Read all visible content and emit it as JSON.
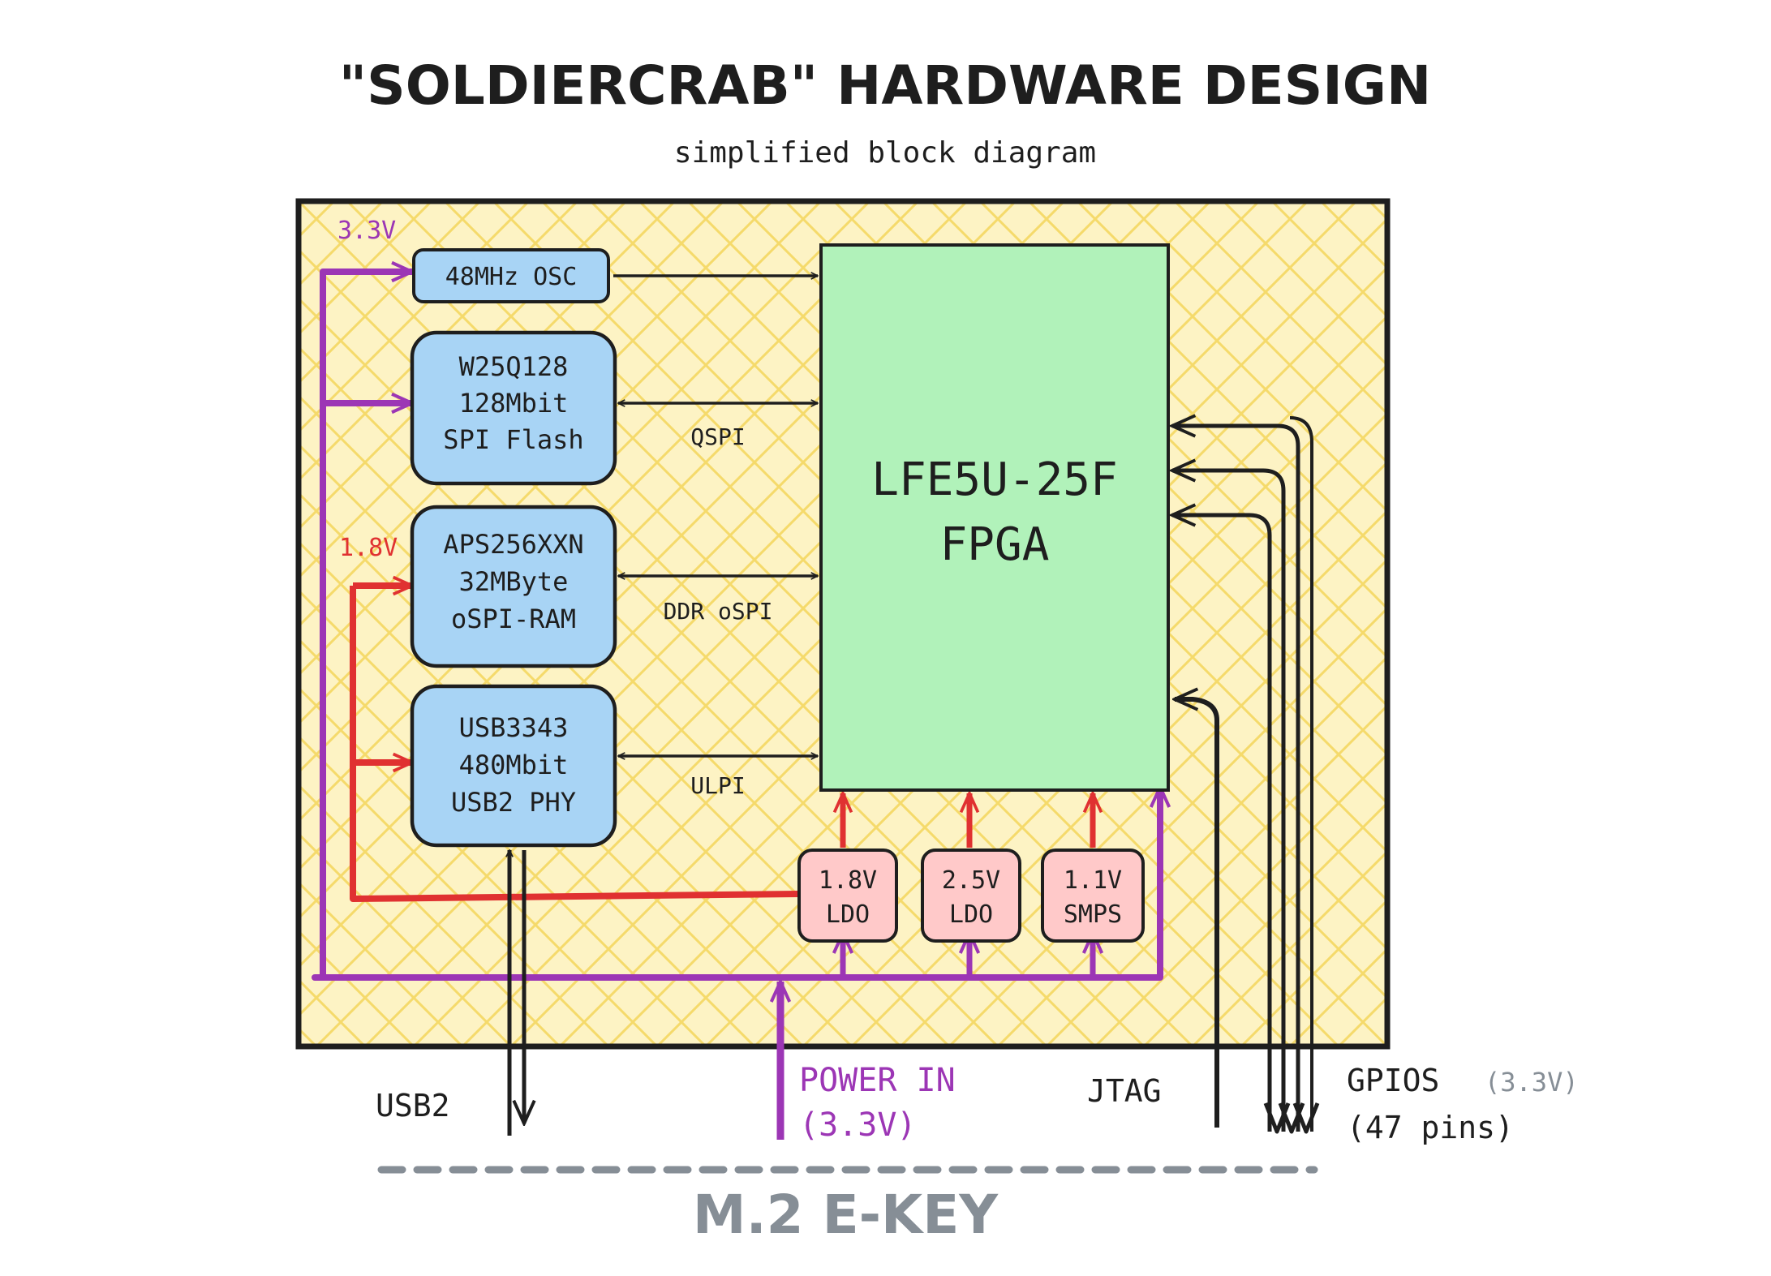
{
  "title": "\"SOLDIERCRAB\" HARDWARE DESIGN",
  "subtitle": "simplified block diagram",
  "colors": {
    "board_fill": "#fdf3c4",
    "hatch": "#f5da6b",
    "ic_blue": "#a8d4f5",
    "fpga_green": "#b1f2ba",
    "reg_pink": "#ffc9c9",
    "rail_33": "#9c36b5",
    "rail_18": "#e03131",
    "ink": "#1e1e1e",
    "grey": "#868e96"
  },
  "rail_labels": {
    "v33": "3.3V",
    "v18": "1.8V"
  },
  "blocks": {
    "osc": {
      "line1": "48MHz OSC"
    },
    "flash": {
      "line1": "W25Q128",
      "line2": "128Mbit",
      "line3": "SPI Flash"
    },
    "ram": {
      "line1": "APS256XXN",
      "line2": "32MByte",
      "line3": "oSPI-RAM"
    },
    "phy": {
      "line1": "USB3343",
      "line2": "480Mbit",
      "line3": "USB2 PHY"
    },
    "fpga": {
      "line1": "LFE5U-25F",
      "line2": "FPGA"
    },
    "ldo18": {
      "line1": "1.8V",
      "line2": "LDO"
    },
    "ldo25": {
      "line1": "2.5V",
      "line2": "LDO"
    },
    "smps11": {
      "line1": "1.1V",
      "line2": "SMPS"
    }
  },
  "buses": {
    "qspi": "QSPI",
    "ddr": "DDR oSPI",
    "ulpi": "ULPI"
  },
  "external": {
    "usb2": "USB2",
    "power_line1": "POWER IN",
    "power_line2": "(3.3V)",
    "jtag": "JTAG",
    "gpios": "GPIOS",
    "gpios_voltage": "(3.3V)",
    "gpios_count": "(47 pins)"
  },
  "connector": "M.2 E-KEY"
}
